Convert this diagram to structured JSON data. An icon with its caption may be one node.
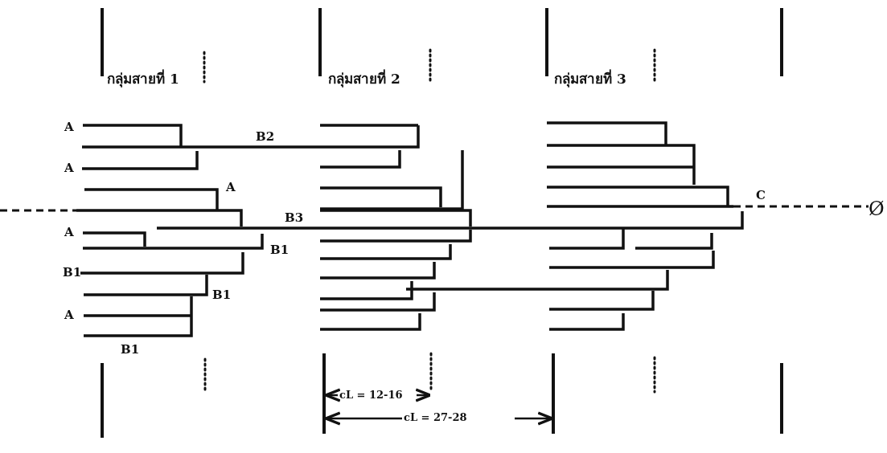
{
  "diagram": {
    "labels": [
      "กลุ่มสายที่ 1",
      "กลุ่มสายที่ 2",
      "กลุ่มสายที่ 3",
      "A",
      "B2",
      "A",
      "A",
      "C",
      "Ø",
      "B3",
      "A",
      "B1",
      "B1",
      "B1",
      "A",
      "B1",
      "cL = 12-16",
      "cL = 27-28"
    ]
  }
}
